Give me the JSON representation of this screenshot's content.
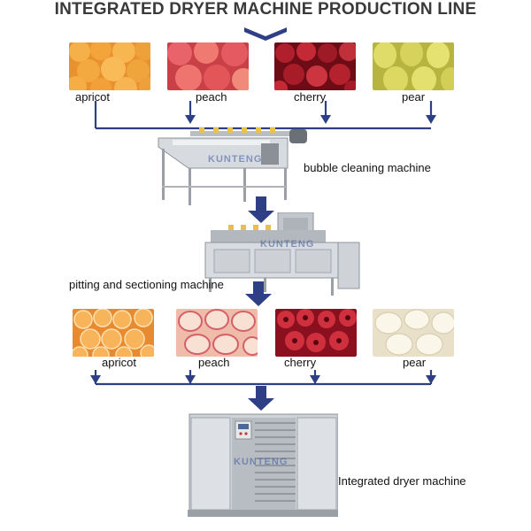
{
  "title": "INTEGRATED DRYER MACHINE PRODUCTION LINE",
  "colors": {
    "flow_line": "#2f3f86",
    "title": "#3a3a3a"
  },
  "row1": {
    "items": [
      {
        "label": "apricot",
        "icon": "apricot-photo",
        "color": "#f0a23a"
      },
      {
        "label": "peach",
        "icon": "peach-photo",
        "color": "#e2565a"
      },
      {
        "label": "cherry",
        "icon": "cherry-photo",
        "color": "#a51a2a"
      },
      {
        "label": "pear",
        "icon": "pear-photo",
        "color": "#d8d35a"
      }
    ]
  },
  "machines": [
    {
      "label": "bubble cleaning machine",
      "icon": "bubble-cleaning-machine",
      "watermark": "KUNTENG"
    },
    {
      "label": "pitting and sectioning machine",
      "icon": "pitting-sectioning-machine",
      "watermark": "KUNTENG"
    },
    {
      "label": "Integrated dryer machine",
      "icon": "integrated-dryer-machine",
      "watermark": "KUNTENG"
    }
  ],
  "row2": {
    "items": [
      {
        "label": "apricot",
        "icon": "apricot-slices-photo",
        "color": "#f4a04a"
      },
      {
        "label": "peach",
        "icon": "peach-slices-photo",
        "color": "#f2c8b8"
      },
      {
        "label": "cherry",
        "icon": "cherry-pitted-photo",
        "color": "#c8283c"
      },
      {
        "label": "pear",
        "icon": "pear-slices-photo",
        "color": "#f4efe2"
      }
    ]
  }
}
